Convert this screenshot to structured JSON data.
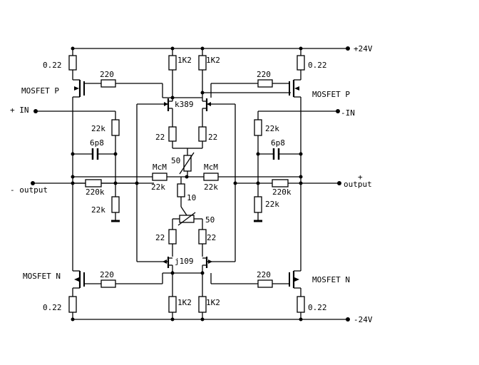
{
  "rails": {
    "pos": "+24V",
    "neg": "-24V"
  },
  "ports": {
    "in_pos": "+ IN",
    "in_neg": "-IN",
    "out_neg": "- output",
    "out_pos_sign": "+",
    "out_pos_word": "output"
  },
  "mosfets": {
    "p_left": "MOSFET P",
    "p_right": "MOSFET P",
    "n_left": "MOSFET N",
    "n_right": "MOSFET N"
  },
  "pairs": {
    "jfet_top": "k389",
    "jfet_bottom": "j109"
  },
  "values": {
    "sense_tl": "0.22",
    "sense_tr": "0.22",
    "sense_bl": "0.22",
    "sense_br": "0.22",
    "r1k2_t1": "1K2",
    "r1k2_t2": "1K2",
    "r1k2_b1": "1K2",
    "r1k2_b2": "1K2",
    "gate_tl": "220",
    "gate_tr": "220",
    "gate_bl": "220",
    "gate_br": "220",
    "src_t1": "22",
    "src_t2": "22",
    "src_b1": "22",
    "src_b2": "22",
    "pot_top": "50",
    "pot_bot": "50",
    "mcm_l": "McM",
    "mcm_r": "McM",
    "r22k_ml": "22k",
    "r22k_mr": "22k",
    "r10": "10",
    "in_l": "22k",
    "in_r": "22k",
    "cap_l": "6p8",
    "cap_r": "6p8",
    "fb_l": "220k",
    "fb_r": "220k",
    "gnd_l": "22k",
    "gnd_r": "22k"
  }
}
